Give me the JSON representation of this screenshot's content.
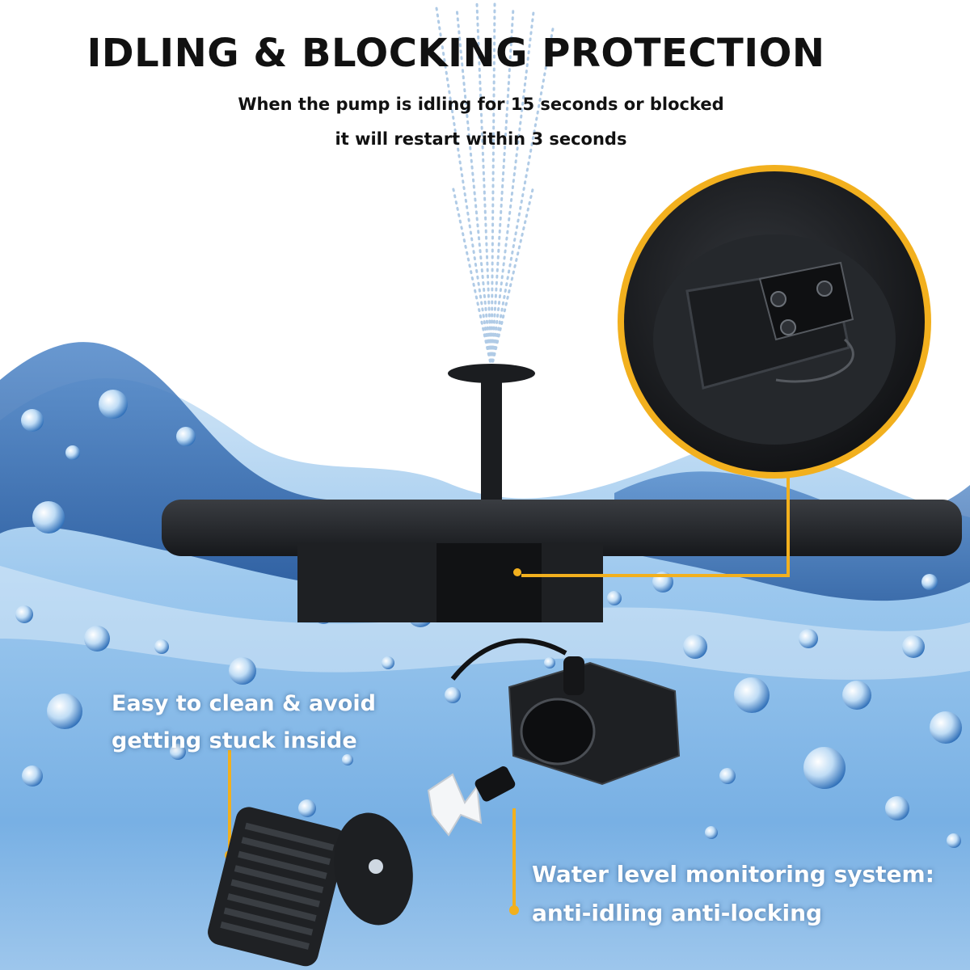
{
  "heading": {
    "title": "IDLING & BLOCKING PROTECTION",
    "line1": "When the pump is idling for 15 seconds or blocked",
    "line2": "it will restart within 3 seconds"
  },
  "callouts": {
    "clean": {
      "line1": "Easy to clean & avoid",
      "line2": "getting stuck inside"
    },
    "water": {
      "line1": "Water level monitoring system:",
      "line2": "anti-idling anti-locking"
    }
  },
  "colors": {
    "accent": "#f2b01e",
    "water_light": "#dfeefa",
    "water_mid": "#7fb6e6",
    "water_deep": "#1f5fae",
    "product": "#1b1d20"
  }
}
